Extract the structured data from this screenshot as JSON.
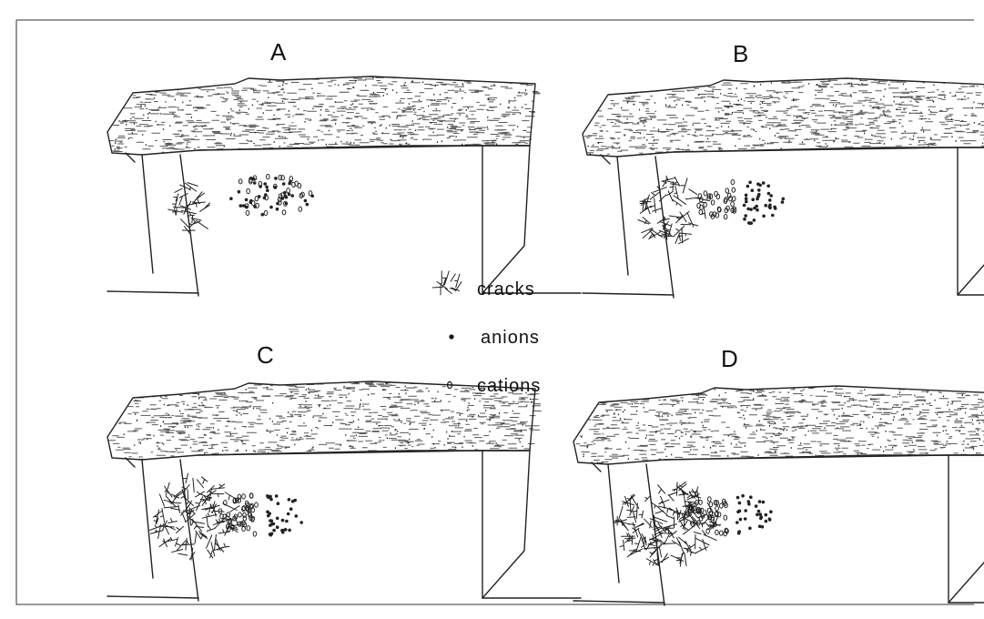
{
  "panels": [
    {
      "label": "A"
    },
    {
      "label": "B"
    },
    {
      "label": "C"
    },
    {
      "label": "D"
    }
  ],
  "legend": {
    "cracks": "cracks",
    "anions": "anions",
    "cations": "cations"
  },
  "colors": {
    "ink": "#222222",
    "background": "#ffffff"
  }
}
